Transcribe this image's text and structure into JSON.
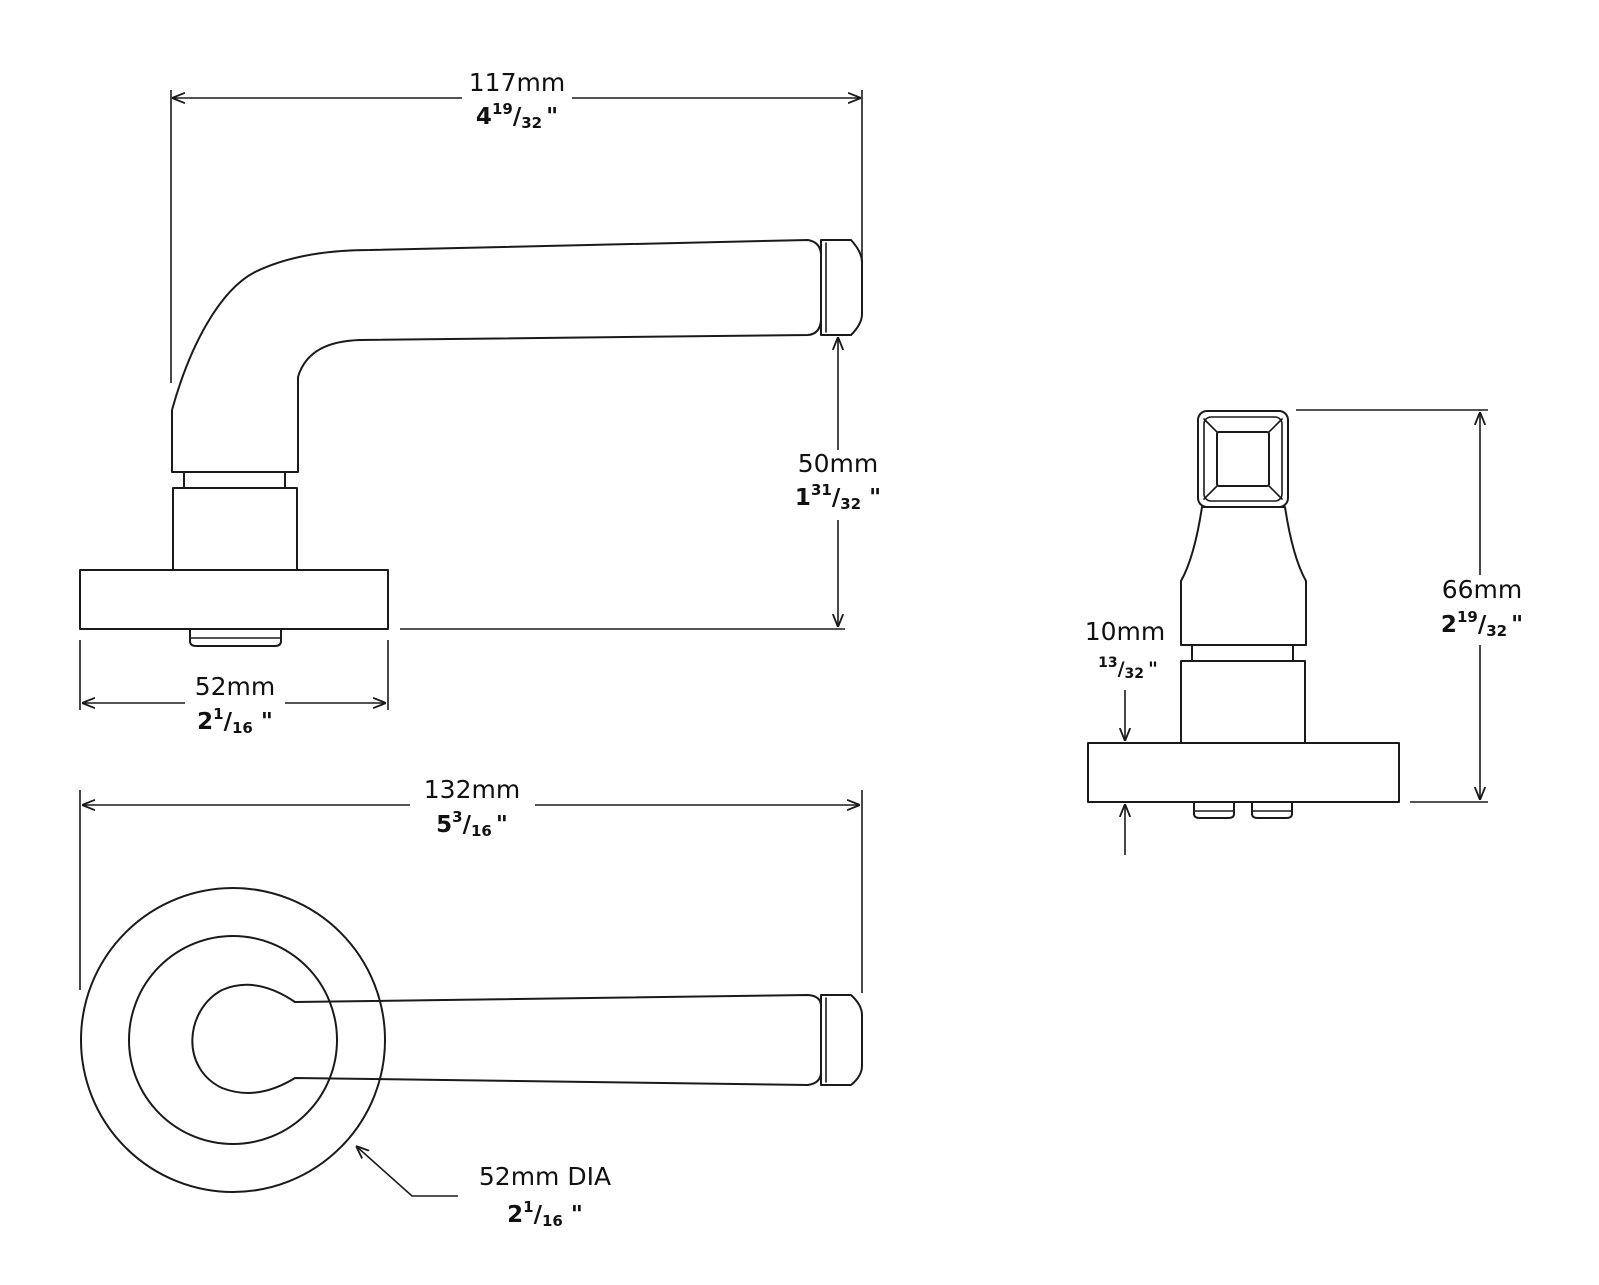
{
  "colors": {
    "line": "#1a1a1a",
    "background": "#ffffff"
  },
  "dimensions": {
    "lever_length": {
      "mm": "117mm",
      "inch_whole": "4",
      "inch_num": "19",
      "inch_den": "32",
      "inch_mark": "\""
    },
    "lever_height": {
      "mm": "50mm",
      "inch_whole": "1",
      "inch_num": "31",
      "inch_den": "32",
      "inch_mark": "\""
    },
    "rose_width": {
      "mm": "52mm",
      "inch_whole": "2",
      "inch_num": "1",
      "inch_den": "16",
      "inch_mark": "\""
    },
    "overall_length": {
      "mm": "132mm",
      "inch_whole": "5",
      "inch_num": "3",
      "inch_den": "16",
      "inch_mark": "\""
    },
    "rose_diameter": {
      "mm": "52mm DIA",
      "inch_whole": "2",
      "inch_num": "1",
      "inch_den": "16",
      "inch_mark": "\""
    },
    "rose_thickness": {
      "mm": "10mm",
      "inch_num": "13",
      "inch_den": "32",
      "inch_mark": "\""
    },
    "end_height": {
      "mm": "66mm",
      "inch_whole": "2",
      "inch_num": "19",
      "inch_den": "32",
      "inch_mark": "\""
    }
  }
}
